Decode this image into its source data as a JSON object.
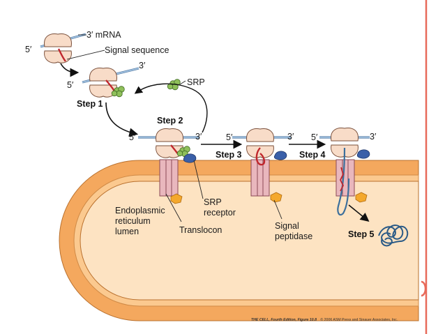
{
  "labels": {
    "mrna": "3′ mRNA",
    "five_prime": "5′",
    "three_prime": "3′",
    "signal_sequence": "Signal sequence",
    "srp": "SRP",
    "srp_receptor_1": "SRP",
    "srp_receptor_2": "receptor",
    "er_lumen_1": "Endoplasmic",
    "er_lumen_2": "reticulum",
    "er_lumen_3": "lumen",
    "translocon": "Translocon",
    "signal_peptidase_1": "Signal",
    "signal_peptidase_2": "peptidase"
  },
  "steps": {
    "step1": "Step 1",
    "step2": "Step 2",
    "step3": "Step 3",
    "step4": "Step 4",
    "step5": "Step 5"
  },
  "caption": {
    "title": "THE CELL, Fourth Edition, Figure 10.8",
    "credit": "© 2006 ASM Press and Sinauer Associates, Inc."
  },
  "colors": {
    "accent_border": "#e86a5a",
    "membrane": "#f4a85e",
    "lumen": "#fde3c2",
    "ribosome": "#f8dcc8",
    "translocon": "#e9b7bd",
    "srp": "#8fbf5a",
    "receptor": "#3a5fa8",
    "peptidase": "#f4a82c",
    "mrna": "#8fb4d8",
    "signal": "#c0272d",
    "protein": "#3c6f9c"
  }
}
